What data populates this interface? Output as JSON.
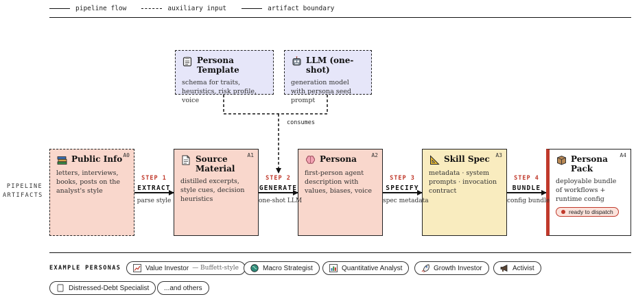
{
  "legend": {
    "flow": "pipeline flow",
    "aux": "auxiliary input",
    "boundary": "artifact boundary"
  },
  "aux_inputs": [
    {
      "icon": "clipboard-icon",
      "title": "Persona Template",
      "desc": "schema for traits, heuristics, risk profile, voice"
    },
    {
      "icon": "robot-icon",
      "title": "LLM (one-shot)",
      "desc": "generation model with persona seed prompt"
    }
  ],
  "consumes_label": "consumes",
  "side_label": [
    "PIPELINE",
    "ARTIFACTS"
  ],
  "artifacts": [
    {
      "code": "A0",
      "icon": "books-icon",
      "title": "Public Info",
      "desc": "letters, interviews, books, posts on the analyst's style"
    },
    {
      "code": "A1",
      "icon": "document-icon",
      "title": "Source Material",
      "desc": "distilled excerpts, style cues, decision heuristics"
    },
    {
      "code": "A2",
      "icon": "brain-icon",
      "title": "Persona",
      "desc": "first-person agent description with values, biases, voice"
    },
    {
      "code": "A3",
      "icon": "triangle-ruler-icon",
      "title": "Skill Spec",
      "desc": "metadata · system prompts · invocation contract"
    },
    {
      "code": "A4",
      "icon": "package-icon",
      "title": "Persona Pack",
      "desc": "deployable bundle of workflows + runtime config",
      "badge": "ready to dispatch"
    }
  ],
  "steps": [
    {
      "num": "STEP 1",
      "verb": "EXTRACT",
      "note": "parse style"
    },
    {
      "num": "STEP 2",
      "verb": "GENERATE",
      "note": "one-shot LLM"
    },
    {
      "num": "STEP 3",
      "verb": "SPECIFY",
      "note": "spec metadata"
    },
    {
      "num": "STEP 4",
      "verb": "BUNDLE",
      "note": "config bundle"
    }
  ],
  "examples": {
    "label": "EXAMPLE PERSONAS",
    "chips": [
      {
        "icon": "chart-icon",
        "label": "Value Investor",
        "sub": "— Buffett-style"
      },
      {
        "icon": "globe-icon",
        "label": "Macro Strategist"
      },
      {
        "icon": "bar-chart-icon",
        "label": "Quantitative Analyst"
      },
      {
        "icon": "rocket-icon",
        "label": "Growth Investor"
      },
      {
        "icon": "megaphone-icon",
        "label": "Activist"
      },
      {
        "icon": "document-small-icon",
        "label": "Distressed-Debt Specialist"
      },
      {
        "label": "...and others"
      }
    ]
  }
}
